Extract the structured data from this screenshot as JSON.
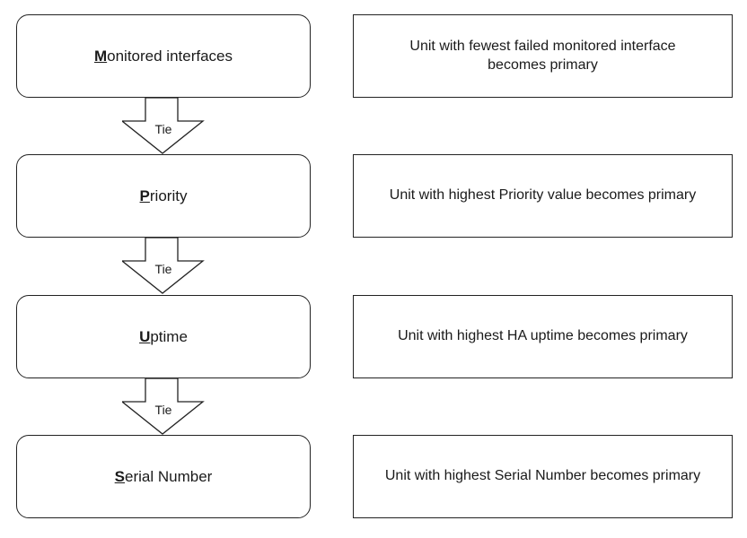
{
  "steps": [
    {
      "first": "M",
      "rest": "onitored interfaces",
      "description": "Unit with fewest failed monitored interface\nbecomes primary"
    },
    {
      "first": "P",
      "rest": "riority",
      "description": "Unit with highest Priority value becomes primary"
    },
    {
      "first": "U",
      "rest": "ptime",
      "description": "Unit with highest HA uptime becomes primary"
    },
    {
      "first": "S",
      "rest": "erial Number",
      "description": "Unit with highest Serial Number becomes primary"
    }
  ],
  "arrows": [
    {
      "label": "Tie"
    },
    {
      "label": "Tie"
    },
    {
      "label": "Tie"
    }
  ]
}
